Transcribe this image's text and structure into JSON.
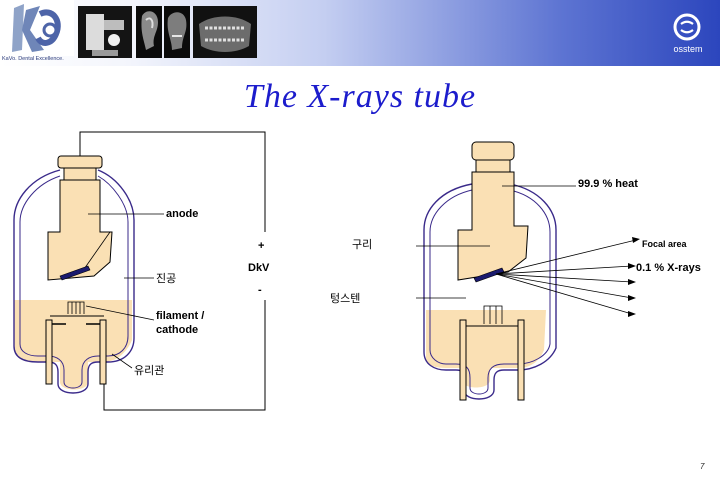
{
  "header": {
    "logo_caption": "KaVo. Dental Excellence.",
    "brand_name": "osstem"
  },
  "title": "The X-rays tube",
  "left_tube": {
    "anode_label": "anode",
    "vacuum_label": "진공",
    "filament_label_line1": "filament /",
    "filament_label_line2": "cathode",
    "glass_tube_label": "유리관",
    "plus_label": "+",
    "kv_label": "DkV",
    "minus_label": "-"
  },
  "right_tube": {
    "copper_label": "구리",
    "tungsten_label": "텅스텐",
    "heat_label": "99.9 % heat",
    "focal_label": "Focal area",
    "xray_label": "0.1 % X-rays"
  },
  "page_number": "7",
  "colors": {
    "title": "#1c1ccc",
    "tube_outline": "#3a2a8a",
    "anode_fill": "#fae0b4",
    "target": "#1a1a6e"
  }
}
